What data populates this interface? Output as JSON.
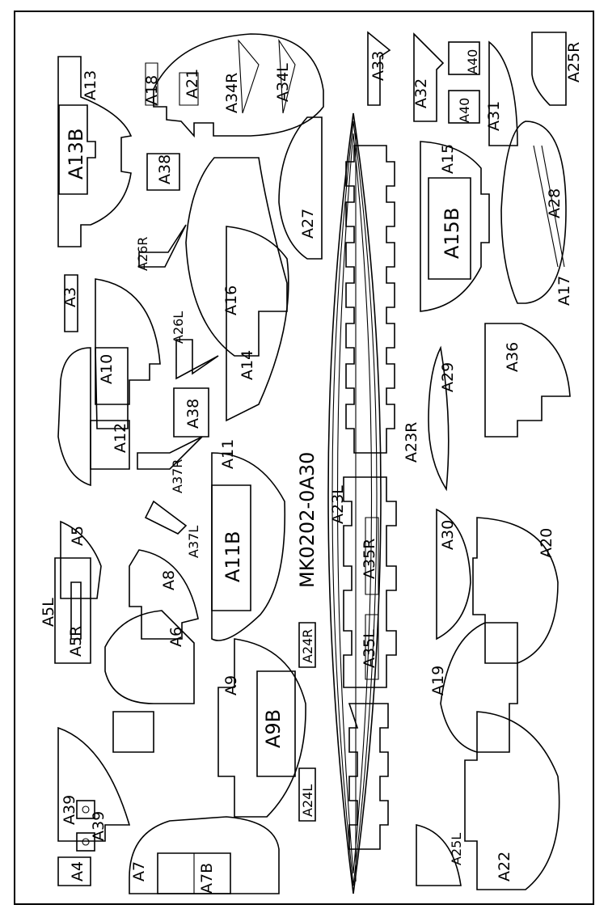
{
  "sheet": {
    "title": "MK0202-0A30",
    "ink_color": "#000000",
    "paper_color": "#ffffff"
  },
  "labels": {
    "A13": "A13",
    "A13B": "A13B",
    "A18": "A18",
    "A21": "A21",
    "A34R": "A34R",
    "A34L": "A34L",
    "A33": "A33",
    "A32": "A32",
    "A40a": "A40",
    "A40b": "A40",
    "A31": "A31",
    "A25R": "A25R",
    "A38a": "A38",
    "A38b": "A38",
    "A15": "A15",
    "A15B": "A15B",
    "A28": "A28",
    "A17": "A17",
    "A27": "A27",
    "A26R": "A26R",
    "A26L": "A26L",
    "A3": "A3",
    "A16": "A16",
    "A14": "A14",
    "A10": "A10",
    "A12": "A12",
    "A29": "A29",
    "A36": "A36",
    "A37R": "A37R",
    "A37L": "A37L",
    "A11": "A11",
    "A11B": "A11B",
    "A23R": "A23R",
    "A23L": "A23L",
    "A5": "A5",
    "A5L": "A5L",
    "A5R": "A5R",
    "A8": "A8",
    "A6": "A6",
    "A35R": "A35R",
    "A35L": "A35L",
    "A30": "A30",
    "A20": "A20",
    "A24R": "A24R",
    "A9": "A9",
    "A9B": "A9B",
    "A19": "A19",
    "A24L": "A24L",
    "A39a": "A39",
    "A39b": "A39",
    "A4": "A4",
    "A7": "A7",
    "A7B": "A7B",
    "A25L": "A25L",
    "A22": "A22"
  }
}
